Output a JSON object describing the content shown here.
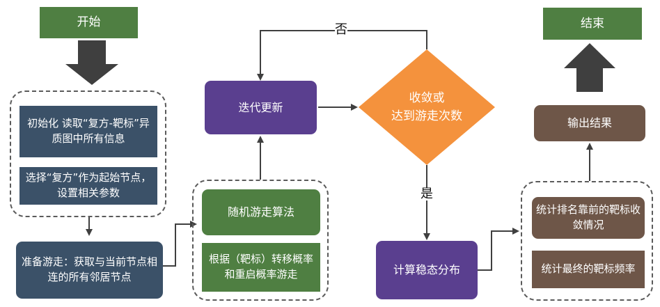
{
  "nodes": {
    "start": "开始",
    "init": "初始化 读取“复方-靶标”异质图中所有信息",
    "select_start": "选择“复方”作为起始节点，设置相关参数",
    "prepare_walk": "准备游走：获取与当前节点相连的所有邻居节点",
    "random_walk": "随机游走算法",
    "transition": "根据（靶标）转移概率和重启概率游走",
    "iterate": "迭代更新",
    "decision_line1": "收敛或",
    "decision_line2": "达到游走次数",
    "steady_state": "计算稳态分布",
    "rank_targets": "统计排名靠前的靶标收敛情况",
    "target_freq": "统计最终的靶标频率",
    "output": "输出结果",
    "end": "结束"
  },
  "edge_labels": {
    "no": "否",
    "yes": "是"
  },
  "colors": {
    "green": "#4f7f42",
    "navy": "#3b5168",
    "purple": "#5a3f8f",
    "orange": "#f4923d",
    "brown": "#6e5648",
    "arrow_dark": "#3f3f3f"
  }
}
